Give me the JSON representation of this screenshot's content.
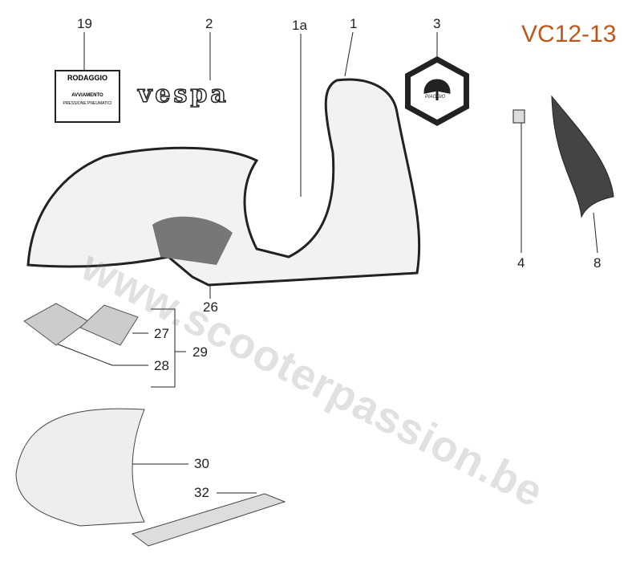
{
  "diagram_code": "VC12-13",
  "watermark": "www.scooterpassion.be",
  "decal": {
    "title": "RODAGGIO",
    "subtitle": "AVVIAMENTO",
    "footer": "PRESSIONE PNEUMATICI"
  },
  "badge_text": "vespa",
  "logo_text": "PIAGGIO",
  "labels": {
    "p19": "19",
    "p2": "2",
    "p1a": "1a",
    "p1": "1",
    "p3": "3",
    "p4": "4",
    "p8": "8",
    "p26": "26",
    "p27": "27",
    "p28": "28",
    "p29": "29",
    "p30": "30",
    "p32": "32"
  },
  "colors": {
    "code": "#c0561c"
  }
}
